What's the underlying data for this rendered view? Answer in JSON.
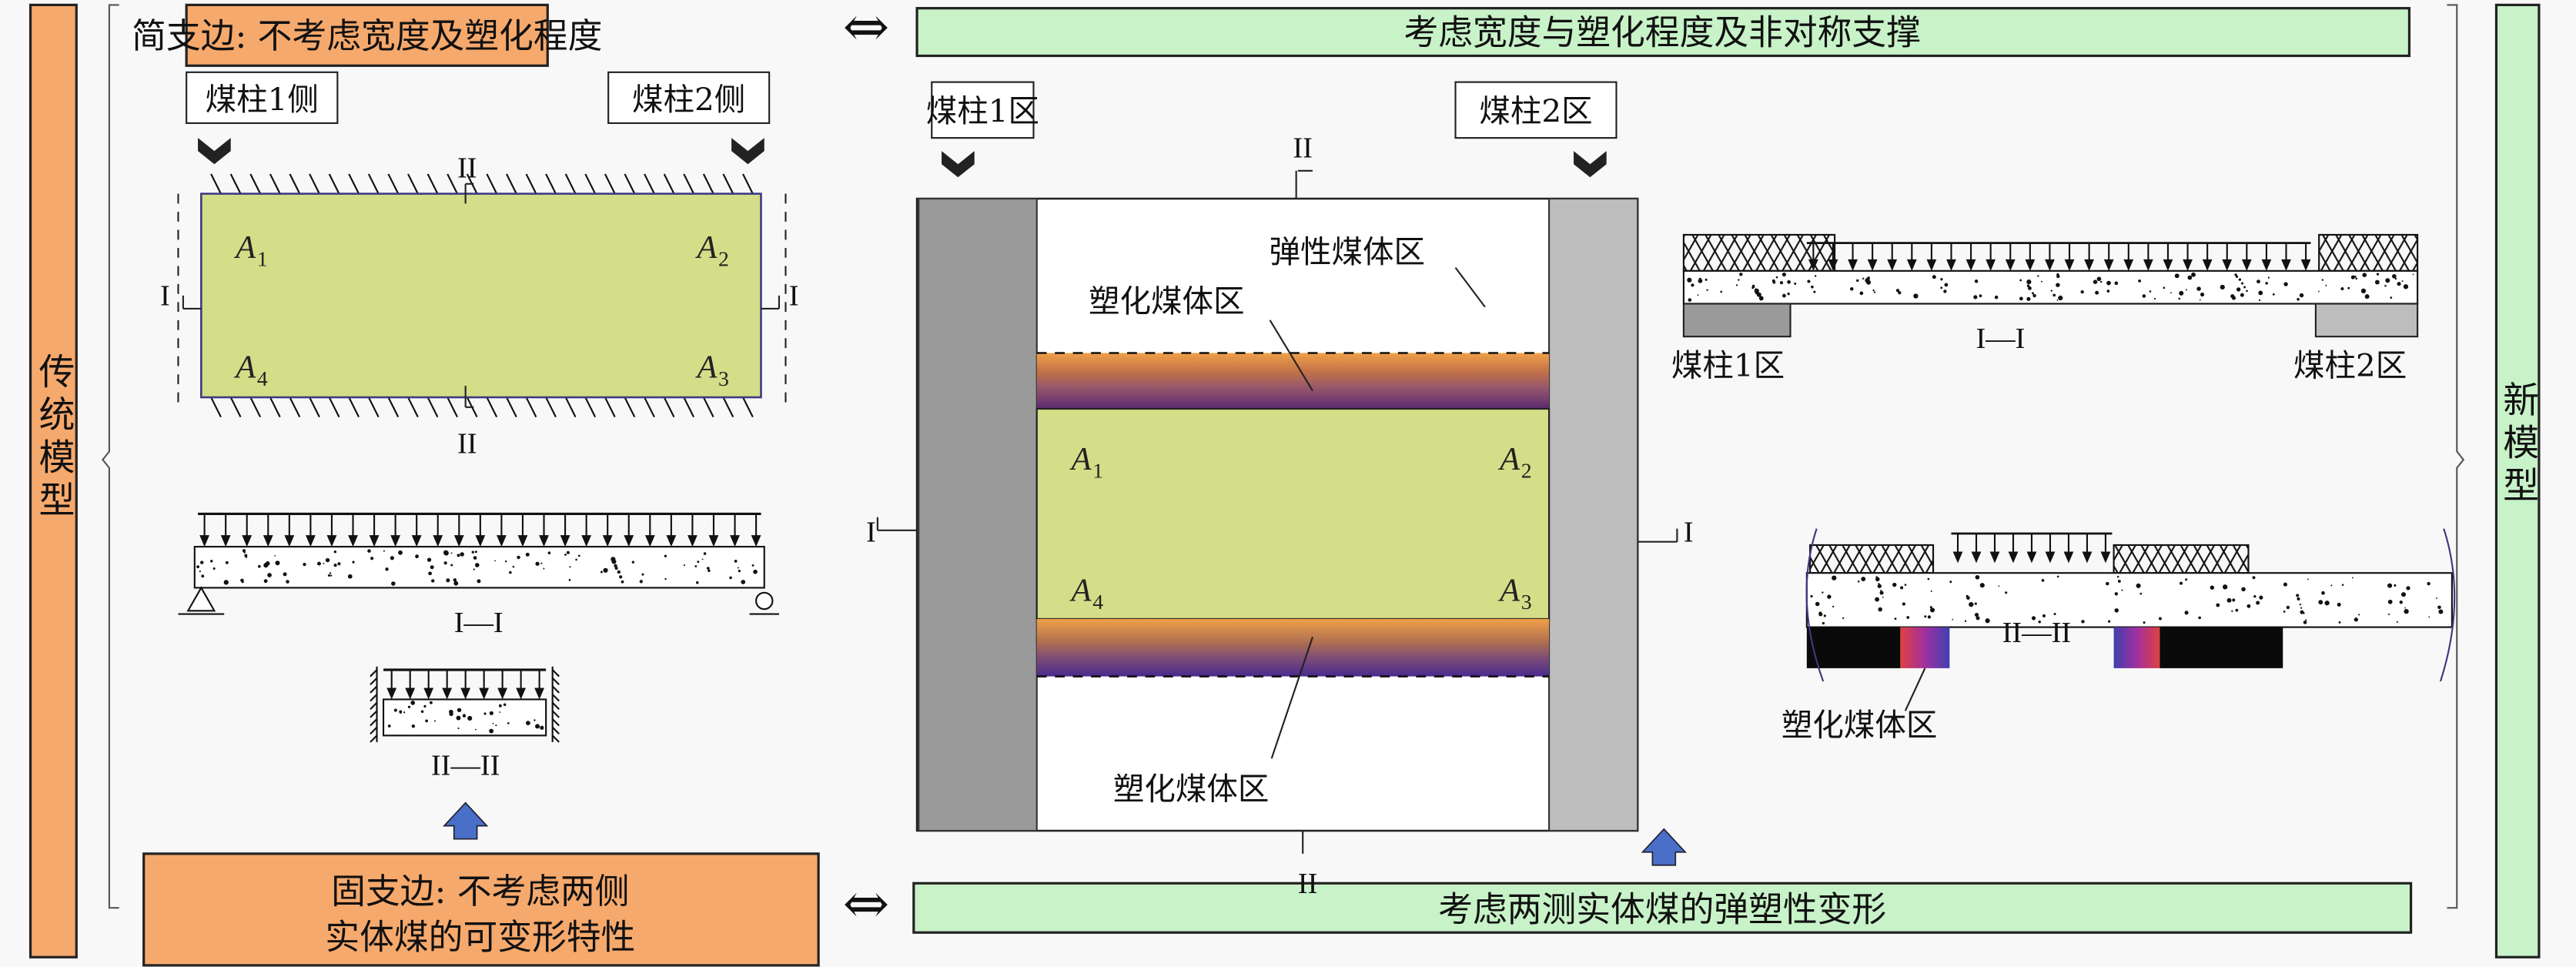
{
  "colors": {
    "orange": "#f6a96c",
    "green_band": "#c8f2c8",
    "coal_plate": "#d4dd88",
    "pillar_left": "#9a9a9a",
    "pillar_right": "#bdbdbd",
    "arrow_blue": "#4a6fc8"
  },
  "left_side": {
    "title": "传统模型",
    "top_box": "简支边: 不考虑宽度及塑化程度",
    "bottom_box_line1": "固支边: 不考虑两侧",
    "bottom_box_line2": "实体煤的可变形特性",
    "pillar1_label": "煤柱1侧",
    "pillar2_label": "煤柱2侧",
    "corners": [
      {
        "letter": "A",
        "sub": "1"
      },
      {
        "letter": "A",
        "sub": "2"
      },
      {
        "letter": "A",
        "sub": "3"
      },
      {
        "letter": "A",
        "sub": "4"
      }
    ],
    "section_I": "I",
    "section_II": "II",
    "beam_label": "I—I",
    "small_beam_label": "II—II"
  },
  "right_side": {
    "title": "新模型",
    "top_box": "考虑宽度与塑化程度及非对称支撑",
    "bottom_box": "考虑两测实体煤的弹塑性变形",
    "pillar1_label": "煤柱1区",
    "pillar2_label": "煤柱2区",
    "elastic_zone": "弹性煤体区",
    "plastic_zone_top": "塑化煤体区",
    "plastic_zone_bottom": "塑化煤体区",
    "corners": [
      {
        "letter": "A",
        "sub": "1"
      },
      {
        "letter": "A",
        "sub": "2"
      },
      {
        "letter": "A",
        "sub": "3"
      },
      {
        "letter": "A",
        "sub": "4"
      }
    ],
    "section_I": "I",
    "section_II": "II",
    "beam_I_label": "I—I",
    "beam_I_left": "煤柱1区",
    "beam_I_right": "煤柱2区",
    "beam_II_label": "II—II",
    "beam_II_plastic": "塑化煤体区"
  },
  "double_arrow": "⇔"
}
